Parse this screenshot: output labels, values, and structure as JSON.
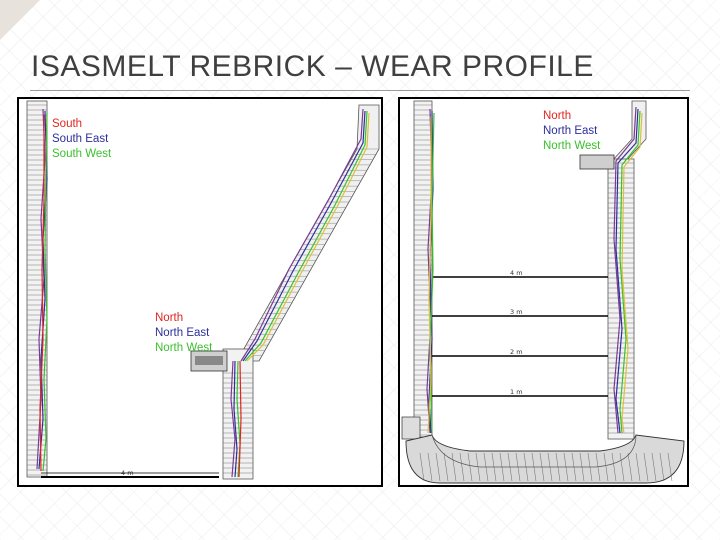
{
  "slide": {
    "title": "ISASMELT REBRICK – WEAR PROFILE"
  },
  "colors": {
    "profile_red": "#e0251f",
    "profile_blue": "#2d2f9b",
    "profile_green": "#3ac02c",
    "profile_purple": "#7a3a92",
    "profile_yellow": "#d9c23a"
  },
  "left_panel": {
    "legend_south": [
      "South",
      "South East",
      "South West"
    ],
    "legend_north": [
      "North",
      "North East",
      "North West"
    ],
    "dimension_label": "4 m"
  },
  "right_panel": {
    "legend_north": [
      "North",
      "North East",
      "North West"
    ],
    "level_labels": [
      "4 m",
      "3 m",
      "2 m",
      "1 m"
    ]
  }
}
